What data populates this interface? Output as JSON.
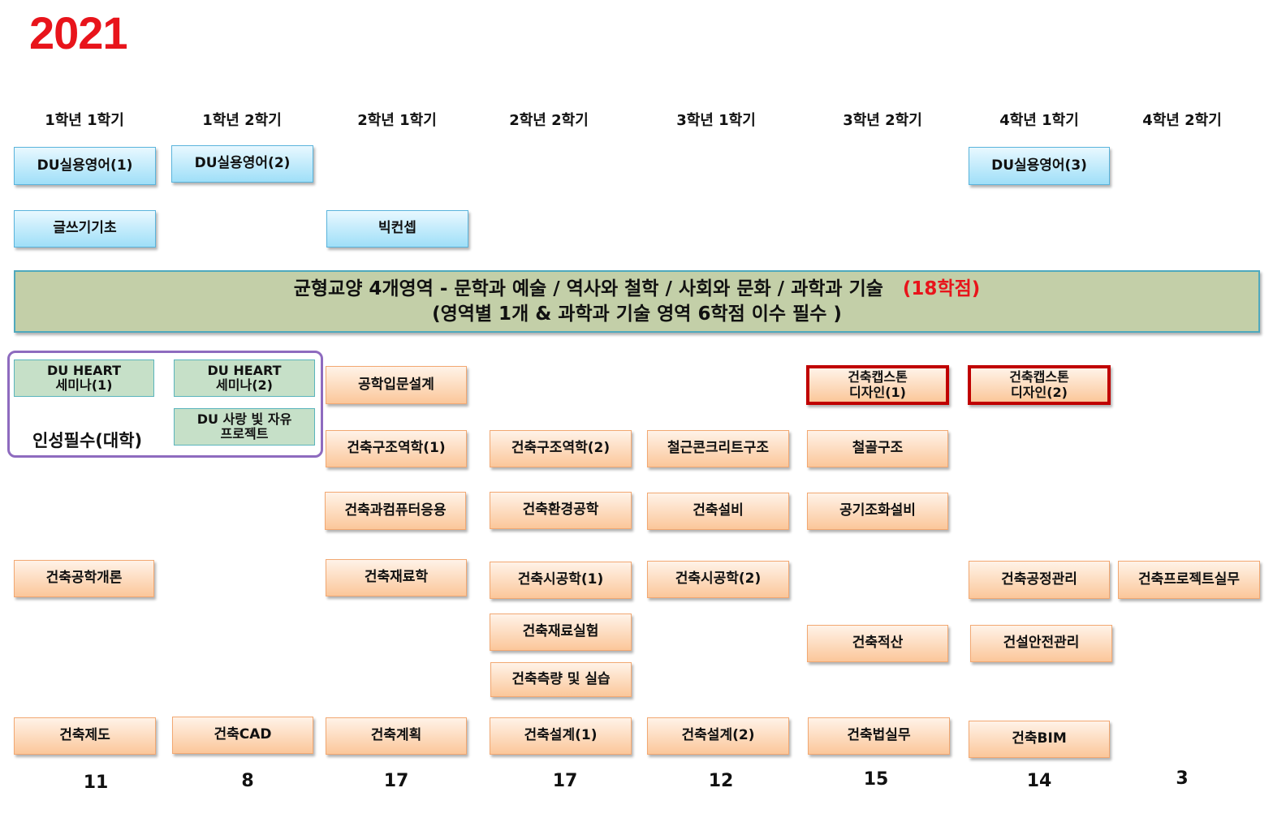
{
  "year": "2021",
  "semesters": [
    "1학년 1학기",
    "1학년 2학기",
    "2학년 1학기",
    "2학년 2학기",
    "3학년 1학기",
    "3학년 2학기",
    "4학년 1학기",
    "4학년 2학기"
  ],
  "totals": [
    "11",
    "8",
    "17",
    "17",
    "12",
    "15",
    "14",
    "3"
  ],
  "banner": {
    "line1": "균형교양   4개영역   - 문학과 예술 / 역사와 철학 /  사회와 문화 / 과학과 기술",
    "credits": "(18학점)",
    "line2": "(영역별 1개 & 과학과 기술 영역  6학점 이수 필수 )"
  },
  "character_group_label": "인성필수(대학)",
  "courses": {
    "eng1": "DU실용영어(1)",
    "eng2": "DU실용영어(2)",
    "eng3": "DU실용영어(3)",
    "writing": "글쓰기기초",
    "bigconcept": "빅컨셉",
    "heart1": "DU HEART\n세미나(1)",
    "heart2": "DU HEART\n세미나(2)",
    "love": "DU 사랑 빛 자유\n프로젝트",
    "intro_design": "공학입문설계",
    "capstone1": "건축캡스톤\n디자인(1)",
    "capstone2": "건축캡스톤\n디자인(2)",
    "struct1": "건축구조역학(1)",
    "struct2": "건축구조역학(2)",
    "rc": "철근콘크리트구조",
    "steel": "철골구조",
    "computer": "건축과컴퓨터응용",
    "env": "건축환경공학",
    "equip": "건축설비",
    "hvac": "공기조화설비",
    "intro_arch": "건축공학개론",
    "materials": "건축재료학",
    "const1": "건축시공학(1)",
    "const2": "건축시공학(2)",
    "schedule": "건축공정관리",
    "project": "건축프로젝트실무",
    "mat_lab": "건축재료실험",
    "estimate": "건축적산",
    "safety": "건설안전관리",
    "survey": "건축측량 및 실습",
    "drafting": "건축제도",
    "cad": "건축CAD",
    "planning": "건축계획",
    "design1": "건축설계(1)",
    "design2": "건축설계(2)",
    "law": "건축법실무",
    "bim": "건축BIM"
  }
}
